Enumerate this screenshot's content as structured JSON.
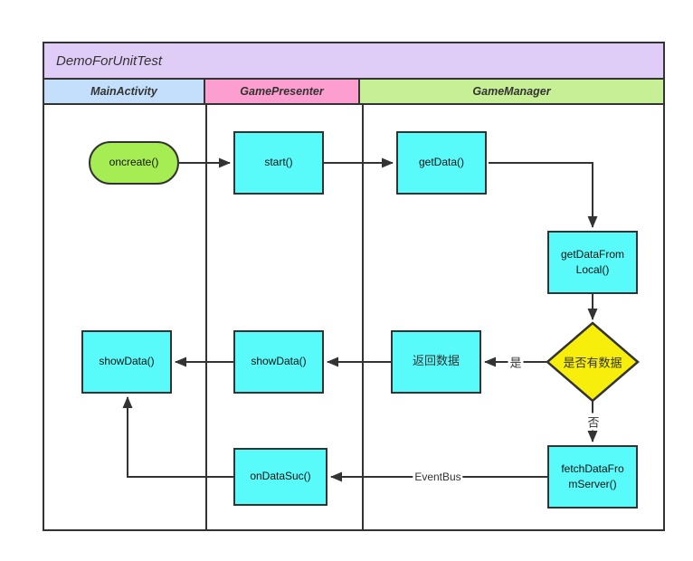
{
  "diagram": {
    "title": "DemoForUnitTest",
    "lanes": [
      {
        "label": "MainActivity",
        "color": "#C3DFFB"
      },
      {
        "label": "GamePresenter",
        "color": "#FC9ECF"
      },
      {
        "label": "GameManager",
        "color": "#C7F096"
      }
    ],
    "nodes": {
      "oncreate": {
        "label": "oncreate()",
        "shape": "terminator",
        "lane": "MainActivity"
      },
      "start": {
        "label": "start()",
        "shape": "process",
        "lane": "GamePresenter"
      },
      "getData": {
        "label": "getData()",
        "shape": "process",
        "lane": "GameManager"
      },
      "getDataFromLocal": {
        "label": "getDataFrom\nLocal()",
        "shape": "process",
        "lane": "GameManager"
      },
      "hasData": {
        "label": "是否有数据",
        "shape": "decision",
        "lane": "GameManager"
      },
      "returnData": {
        "label": "返回数据",
        "shape": "process",
        "lane": "GameManager"
      },
      "showDataPresenter": {
        "label": "showData()",
        "shape": "process",
        "lane": "GamePresenter"
      },
      "showDataMain": {
        "label": "showData()",
        "shape": "process",
        "lane": "MainActivity"
      },
      "fetchDataFromServer": {
        "label": "fetchDataFro\nmServer()",
        "shape": "process",
        "lane": "GameManager"
      },
      "onDataSuc": {
        "label": "onDataSuc()",
        "shape": "process",
        "lane": "GamePresenter"
      }
    },
    "edge_labels": {
      "yes": "是",
      "no": "否",
      "eventbus": "EventBus"
    },
    "colors": {
      "title_bg": "#E0CDF7",
      "lane_main_bg": "#C3DFFB",
      "lane_presenter_bg": "#FC9ECF",
      "lane_manager_bg": "#C7F096",
      "process_fill": "#58FAFA",
      "terminator_fill": "#A6ED53",
      "decision_fill": "#F7EE0B",
      "stroke": "#333333",
      "background": "#FFFFFF"
    }
  }
}
